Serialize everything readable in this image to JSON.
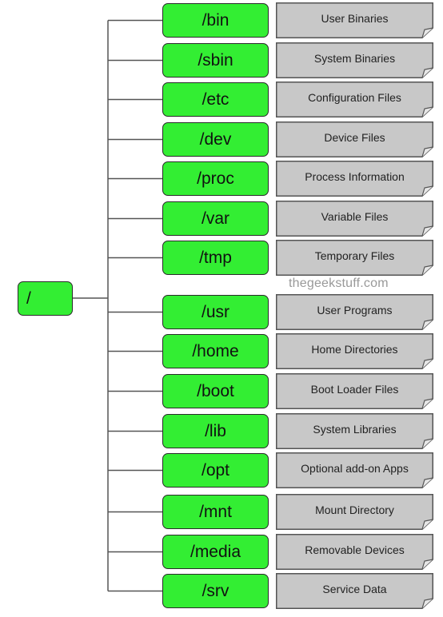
{
  "root": {
    "label": "/"
  },
  "watermark": "thegeekstuff.com",
  "colors": {
    "node_fill": "#33ee33",
    "node_border": "#2a2a2a",
    "note_fill": "#c8c8c8",
    "note_border": "#555555",
    "connector": "#555555"
  },
  "directories": [
    {
      "name": "/bin",
      "description": "User Binaries"
    },
    {
      "name": "/sbin",
      "description": "System Binaries"
    },
    {
      "name": "/etc",
      "description": "Configuration Files"
    },
    {
      "name": "/dev",
      "description": "Device Files"
    },
    {
      "name": "/proc",
      "description": "Process Information"
    },
    {
      "name": "/var",
      "description": "Variable Files"
    },
    {
      "name": "/tmp",
      "description": "Temporary Files"
    },
    {
      "name": "/usr",
      "description": "User Programs"
    },
    {
      "name": "/home",
      "description": "Home Directories"
    },
    {
      "name": "/boot",
      "description": "Boot Loader Files"
    },
    {
      "name": "/lib",
      "description": "System Libraries"
    },
    {
      "name": "/opt",
      "description": "Optional add-on Apps"
    },
    {
      "name": "/mnt",
      "description": "Mount Directory"
    },
    {
      "name": "/media",
      "description": "Removable Devices"
    },
    {
      "name": "/srv",
      "description": "Service Data"
    }
  ]
}
